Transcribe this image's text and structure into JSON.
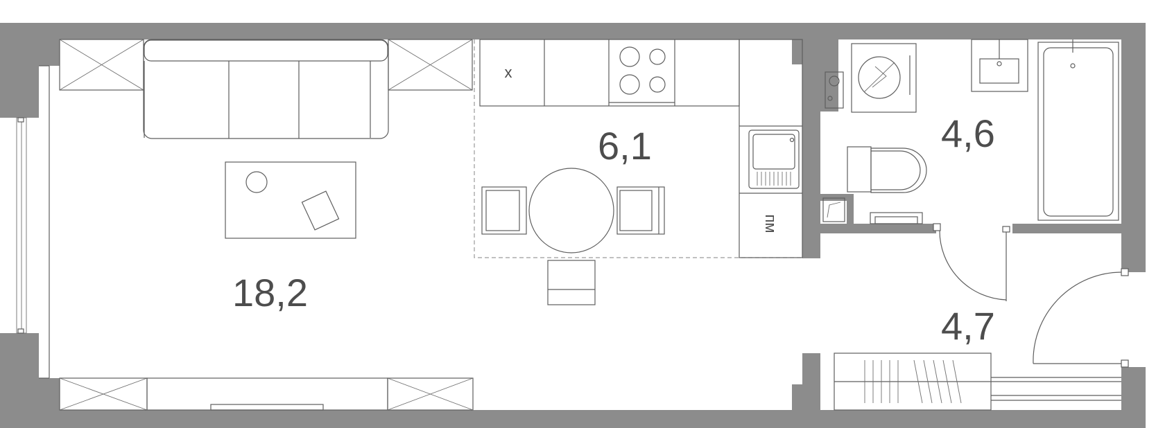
{
  "rooms": [
    {
      "id": "living",
      "area": "18,2"
    },
    {
      "id": "kitchen",
      "area": "6,1"
    },
    {
      "id": "bathroom",
      "area": "4,6"
    },
    {
      "id": "hallway",
      "area": "4,7"
    }
  ],
  "labels": {
    "fridge": "х",
    "dishwasher": "пм"
  },
  "colors": {
    "wall": "#8c8c8c",
    "line": "#5e5e5e",
    "text": "#4d4d4d"
  }
}
